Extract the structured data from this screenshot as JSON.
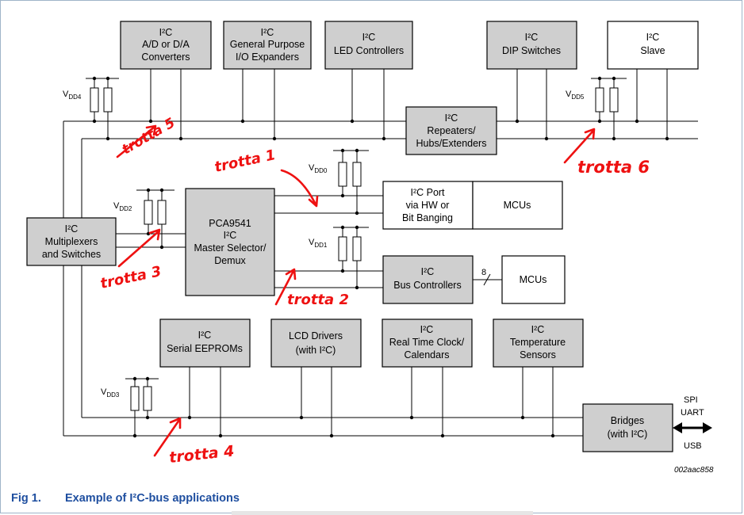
{
  "blocks": {
    "adc": {
      "name": "I²C",
      "lines": [
        "A/D or D/A",
        "Converters"
      ]
    },
    "gpio": {
      "name": "I²C",
      "lines": [
        "General Purpose",
        "I/O Expanders"
      ]
    },
    "led": {
      "name": "I²C",
      "lines": [
        "LED Controllers"
      ]
    },
    "dip": {
      "name": "I²C",
      "lines": [
        "DIP Switches"
      ]
    },
    "slave": {
      "name": "I²C",
      "lines": [
        "Slave"
      ]
    },
    "repeaters": {
      "name": "I²C",
      "lines": [
        "Repeaters/",
        "Hubs/Extenders"
      ]
    },
    "mux": {
      "name": "I²C",
      "lines": [
        "Multiplexers",
        "and Switches"
      ]
    },
    "pca": {
      "line1": "PCA9541",
      "name": "I²C",
      "lines": [
        "Master Selector/",
        "Demux"
      ]
    },
    "port": {
      "name": "I²C Port",
      "lines": [
        "via HW or",
        "Bit Banging"
      ]
    },
    "mcu1": {
      "lines": [
        "MCUs"
      ]
    },
    "busctl": {
      "name": "I²C",
      "lines": [
        "Bus Controllers"
      ]
    },
    "mcu2": {
      "lines": [
        "MCUs"
      ]
    },
    "eeprom": {
      "name": "I²C",
      "lines": [
        "Serial EEPROMs"
      ]
    },
    "lcd": {
      "lines": [
        "LCD Drivers",
        "(with I²C)"
      ]
    },
    "rtc": {
      "name": "I²C",
      "lines": [
        "Real Time Clock/",
        "Calendars"
      ]
    },
    "temp": {
      "name": "I²C",
      "lines": [
        "Temperature",
        "Sensors"
      ]
    },
    "bridges": {
      "lines": [
        "Bridges",
        "(with I²C)"
      ]
    }
  },
  "supplies": {
    "vdd0": {
      "base": "V",
      "sub": "DD0"
    },
    "vdd1": {
      "base": "V",
      "sub": "DD1"
    },
    "vdd2": {
      "base": "V",
      "sub": "DD2"
    },
    "vdd3": {
      "base": "V",
      "sub": "DD3"
    },
    "vdd4": {
      "base": "V",
      "sub": "DD4"
    },
    "vdd5": {
      "base": "V",
      "sub": "DD5"
    }
  },
  "bus_width_label": "8",
  "interfaces": {
    "spi": "SPI",
    "uart": "UART",
    "usb": "USB"
  },
  "doc_id": "002aac858",
  "figure": {
    "number": "Fig 1.",
    "title": "Example of I²C-bus applications"
  },
  "annotations": {
    "a1": "trotta 1",
    "a2": "trotta 2",
    "a3": "trotta 3",
    "a4": "trotta 4",
    "a5": "trotta 5",
    "a6": "trotta 6"
  },
  "colors": {
    "block_fill": "#cfcfcf",
    "caption": "#1f4fa0",
    "handwriting": "#ee1111"
  }
}
